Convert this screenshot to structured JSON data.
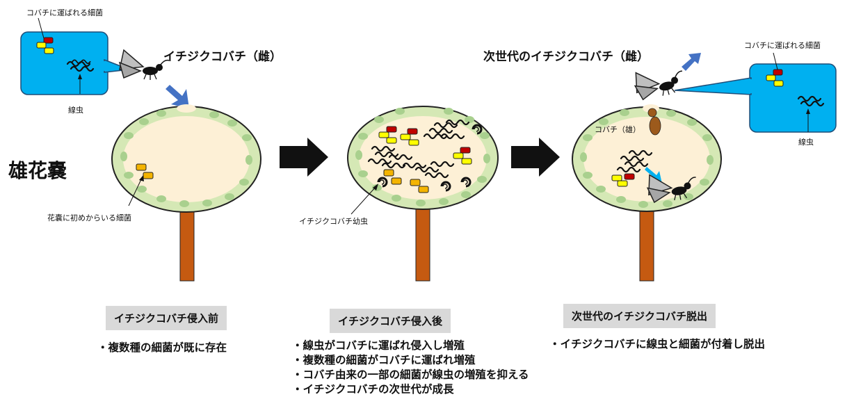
{
  "labels": {
    "carried_bacteria_left": "コバチに運ばれる細菌",
    "wasp_female": "イチジクコバチ（雌）",
    "nematode_left": "線虫",
    "male_syconium": "雄花嚢",
    "initial_bacteria": "花嚢に初めからいる細菌",
    "wasp_larva": "イチジクコバチ幼虫",
    "next_gen_wasp": "次世代のイチジクコバチ（雌）",
    "carried_bacteria_right": "コバチに運ばれる細菌",
    "nematode_right": "線虫",
    "male_wasp": "コバチ（雄）"
  },
  "stages": [
    {
      "title": "イチジクコバチ侵入前",
      "bullets": [
        "・複数種の細菌が既に存在"
      ]
    },
    {
      "title": "イチジクコバチ侵入後",
      "bullets": [
        "・線虫がコバチに運ばれ侵入し増殖",
        "・複数種の細菌がコバチに運ばれ増殖",
        "・コバチ由来の一部の細菌が線虫の増殖を抑える",
        "・イチジクコバチの次世代が成長"
      ]
    },
    {
      "title": "次世代のイチジクコバチ脱出",
      "bullets": [
        "・イチジクコバチに線虫と細菌が付着し脱出"
      ]
    }
  ],
  "colors": {
    "syconium_fill": "#fdf0d6",
    "syconium_rim": "#d5e8b5",
    "syconium_edge": "#222222",
    "stem": "#c55a11",
    "bubble": "#00b0f0",
    "arrow_blue": "#4472c4",
    "bacteria_red": "#c00000",
    "bacteria_yellow": "#ffff00",
    "bacteria_orange": "#f4b400",
    "male_wasp": "#9c5a1c"
  }
}
